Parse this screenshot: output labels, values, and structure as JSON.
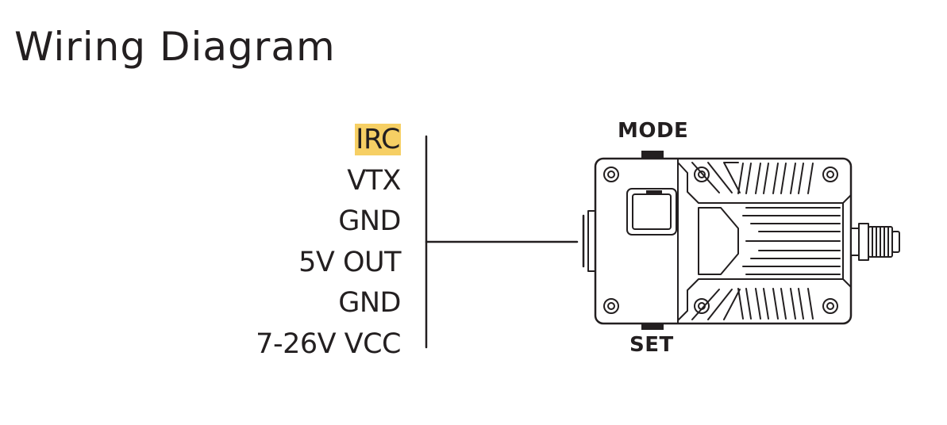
{
  "title": "Wiring Diagram",
  "pins": [
    {
      "label": "IRC",
      "highlight": true
    },
    {
      "label": "VTX",
      "highlight": false
    },
    {
      "label": "GND",
      "highlight": false
    },
    {
      "label": "5V OUT",
      "highlight": false
    },
    {
      "label": "GND",
      "highlight": false
    },
    {
      "label": "7-26V VCC",
      "highlight": false
    }
  ],
  "device": {
    "top_button": "MODE",
    "bottom_button": "SET"
  },
  "colors": {
    "line": "#231f20",
    "highlight": "#f6cf64",
    "background": "#ffffff"
  }
}
